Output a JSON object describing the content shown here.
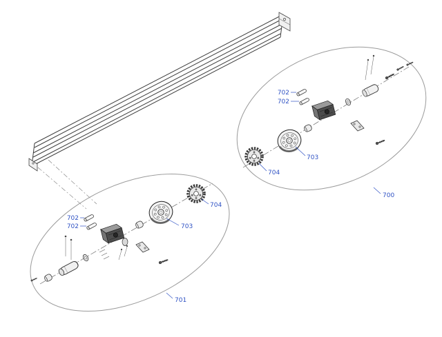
{
  "colors": {
    "label": "#2f52c4",
    "line": "#3c3c3c",
    "balloon_outline": "#9a9a9a",
    "background": "#ffffff"
  },
  "labels": {
    "detail_right": "700",
    "detail_left": "701",
    "pin": "702",
    "pulley": "703",
    "sprocket": "704"
  }
}
